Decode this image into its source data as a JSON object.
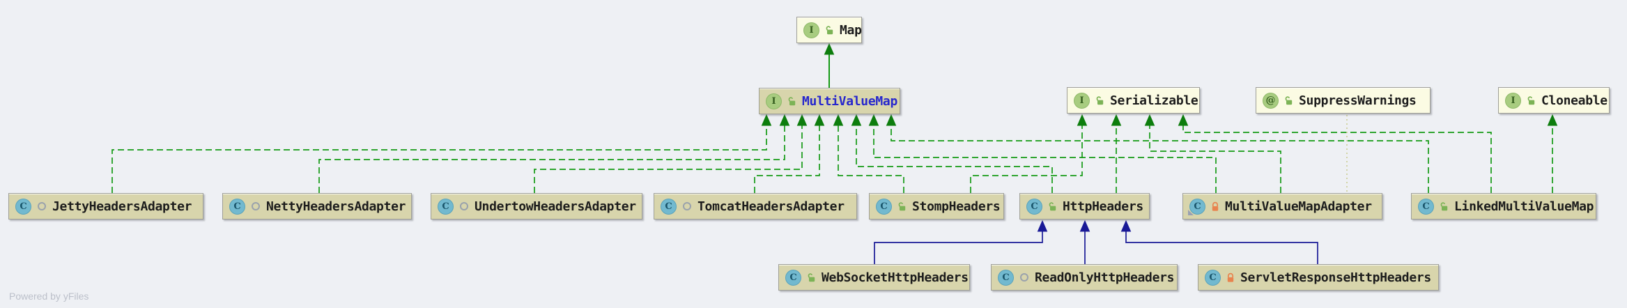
{
  "diagram": {
    "tool": "UML class diagram",
    "watermark": {
      "text": "Powered by yFiles"
    }
  },
  "palette": {
    "background": "#EEF0F4",
    "node_light_bg": "#FBFBE3",
    "node_dark_bg": "#D8D5AC",
    "node_border": "#9E9E96",
    "inheritance_green": "#149A14",
    "arrowhead_green": "#0D7D0D",
    "class_extends_blue": "#191996",
    "annotation_dotted": "#CCCD92",
    "interface_icon_green": "#A8CC80",
    "class_icon_blue": "#72B9CF",
    "public_lock_green": "#7CB356",
    "package_lock_orange": "#E8834E",
    "selected_text_blue": "#2727CD",
    "watermark_gray": "#BCC0CA"
  },
  "nodes": [
    {
      "id": "map",
      "label": "Map",
      "kind": "interface",
      "icon_letter": "I",
      "visibility": "public"
    },
    {
      "id": "multiValueMap",
      "label": "MultiValueMap",
      "kind": "interface",
      "icon_letter": "I",
      "visibility": "public",
      "selected": true
    },
    {
      "id": "serializable",
      "label": "Serializable",
      "kind": "interface",
      "icon_letter": "I",
      "visibility": "public"
    },
    {
      "id": "suppressWarnings",
      "label": "SuppressWarnings",
      "kind": "annotation",
      "icon_letter": "@",
      "visibility": "public"
    },
    {
      "id": "cloneable",
      "label": "Cloneable",
      "kind": "interface",
      "icon_letter": "I",
      "visibility": "public"
    },
    {
      "id": "jettyHeadersAdapter",
      "label": "JettyHeadersAdapter",
      "kind": "class",
      "icon_letter": "C",
      "visibility": "package-private"
    },
    {
      "id": "nettyHeadersAdapter",
      "label": "NettyHeadersAdapter",
      "kind": "class",
      "icon_letter": "C",
      "visibility": "package-private"
    },
    {
      "id": "undertowHeadersAdapter",
      "label": "UndertowHeadersAdapter",
      "kind": "class",
      "icon_letter": "C",
      "visibility": "package-private"
    },
    {
      "id": "tomcatHeadersAdapter",
      "label": "TomcatHeadersAdapter",
      "kind": "class",
      "icon_letter": "C",
      "visibility": "package-private"
    },
    {
      "id": "stompHeaders",
      "label": "StompHeaders",
      "kind": "class",
      "icon_letter": "C",
      "visibility": "public"
    },
    {
      "id": "httpHeaders",
      "label": "HttpHeaders",
      "kind": "class",
      "icon_letter": "C",
      "visibility": "public"
    },
    {
      "id": "multiValueMapAdapter",
      "label": "MultiValueMapAdapter",
      "kind": "class",
      "icon_letter": "C",
      "visibility": "package-local-lock",
      "final": true
    },
    {
      "id": "linkedMultiValueMap",
      "label": "LinkedMultiValueMap",
      "kind": "class",
      "icon_letter": "C",
      "visibility": "public"
    },
    {
      "id": "webSocketHttpHeaders",
      "label": "WebSocketHttpHeaders",
      "kind": "class",
      "icon_letter": "C",
      "visibility": "public"
    },
    {
      "id": "readOnlyHttpHeaders",
      "label": "ReadOnlyHttpHeaders",
      "kind": "class",
      "icon_letter": "C",
      "visibility": "package-private"
    },
    {
      "id": "servletResponseHttpHeaders",
      "label": "ServletResponseHttpHeaders",
      "kind": "class",
      "icon_letter": "C",
      "visibility": "package-local-lock"
    }
  ],
  "edges": [
    {
      "from": "multiValueMap",
      "to": "map",
      "type": "extends"
    },
    {
      "from": "jettyHeadersAdapter",
      "to": "multiValueMap",
      "type": "implements"
    },
    {
      "from": "nettyHeadersAdapter",
      "to": "multiValueMap",
      "type": "implements"
    },
    {
      "from": "undertowHeadersAdapter",
      "to": "multiValueMap",
      "type": "implements"
    },
    {
      "from": "tomcatHeadersAdapter",
      "to": "multiValueMap",
      "type": "implements"
    },
    {
      "from": "stompHeaders",
      "to": "multiValueMap",
      "type": "implements"
    },
    {
      "from": "httpHeaders",
      "to": "multiValueMap",
      "type": "implements"
    },
    {
      "from": "multiValueMapAdapter",
      "to": "multiValueMap",
      "type": "implements"
    },
    {
      "from": "linkedMultiValueMap",
      "to": "multiValueMap",
      "type": "implements"
    },
    {
      "from": "stompHeaders",
      "to": "serializable",
      "type": "implements"
    },
    {
      "from": "httpHeaders",
      "to": "serializable",
      "type": "implements"
    },
    {
      "from": "multiValueMapAdapter",
      "to": "serializable",
      "type": "implements"
    },
    {
      "from": "linkedMultiValueMap",
      "to": "serializable",
      "type": "implements"
    },
    {
      "from": "linkedMultiValueMap",
      "to": "cloneable",
      "type": "implements"
    },
    {
      "from": "suppressWarnings",
      "to": "multiValueMapAdapter",
      "type": "annotation"
    },
    {
      "from": "webSocketHttpHeaders",
      "to": "httpHeaders",
      "type": "extends"
    },
    {
      "from": "readOnlyHttpHeaders",
      "to": "httpHeaders",
      "type": "extends"
    },
    {
      "from": "servletResponseHttpHeaders",
      "to": "httpHeaders",
      "type": "extends"
    }
  ]
}
